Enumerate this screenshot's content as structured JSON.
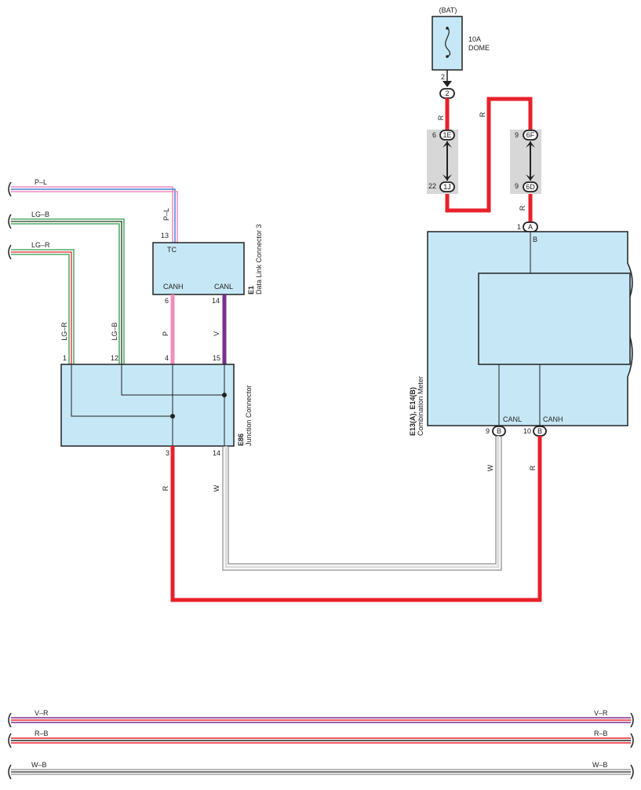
{
  "fuse": {
    "source": "(BAT)",
    "rating": "10A",
    "name": "DOME",
    "pin_top": "2",
    "conn": "2"
  },
  "wires": {
    "bat_r": "R",
    "r_right": "R",
    "r_top_right": "R",
    "dlc_pl_vertical": "P–L",
    "dlc_p": "P",
    "dlc_v": "V",
    "j_lgr": "LG–R",
    "j_lgb": "LG–B",
    "j_out_r": "R",
    "j_out_w": "W",
    "m_w": "W",
    "m_r": "R"
  },
  "left_harness": {
    "pl": "P–L",
    "lgb": "LG–B",
    "lgr": "LG–R"
  },
  "junction_blocks": {
    "left_top": {
      "pin": "6",
      "conn": "1E"
    },
    "left_bottom": {
      "pin": "22",
      "conn": "1J"
    },
    "right_top": {
      "pin": "9",
      "conn": "6F"
    },
    "right_bottom": {
      "pin": "9",
      "conn": "6D"
    }
  },
  "dlc": {
    "id": "E1",
    "name": "Data Link Connector 3",
    "tc": "TC",
    "canh": "CANH",
    "canl": "CANL",
    "pin_tc": "13",
    "pin_canh": "6",
    "pin_canl": "14"
  },
  "junction_connector": {
    "id": "E86",
    "name": "Junction Connector",
    "pin_1": "1",
    "pin_12": "12",
    "pin_4": "4",
    "pin_15": "15",
    "pin_3": "3",
    "pin_14": "14"
  },
  "combination_meter": {
    "id": "E13(A), E14(B)",
    "name": "Combination Meter",
    "pin_a": "1",
    "conn_a": "A",
    "label_b": "B",
    "canl": "CANL",
    "canh": "CANH",
    "pin_canl": "9",
    "conn_canl": "B",
    "pin_canh": "10",
    "conn_canh": "B"
  },
  "bottom_harness": {
    "vr_left": "V–R",
    "vr_right": "V–R",
    "rb_left": "R–B",
    "rb_right": "R–B",
    "wb_left": "W–B",
    "wb_right": "W–B"
  },
  "colors": {
    "red": "#e8202a",
    "pink": "#f08cc0",
    "violet": "#7a2e8e",
    "green": "#2e9a4a",
    "box": "#c6e7f6",
    "grey_block": "#d7d7d7"
  }
}
